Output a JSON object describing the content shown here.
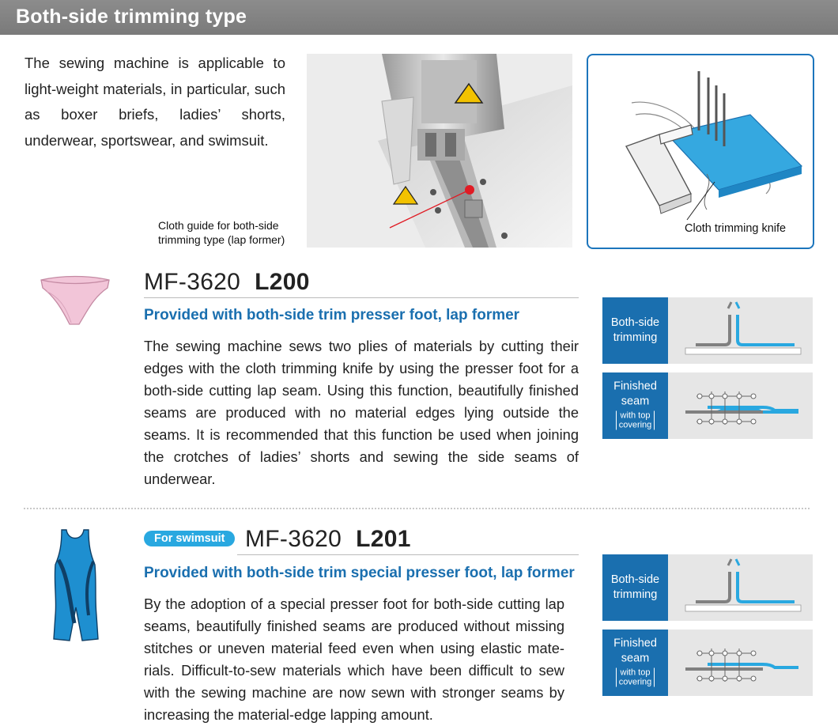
{
  "header": {
    "title": "Both-side trimming type"
  },
  "intro": {
    "text": "The sewing machine is applicable to light-weight materials, in particular, such as boxer briefs, ladies’ shorts, underwear, sportswear, and swimsuit."
  },
  "photo": {
    "caption_line1": "Cloth guide for both-side",
    "caption_line2": "trimming type (lap former)"
  },
  "knife_diagram": {
    "caption": "Cloth trimming knife"
  },
  "products": [
    {
      "model": "MF-3620",
      "variant": "L200",
      "subtitle": "Provided with both-side trim presser foot, lap former",
      "description": "The sewing machine sews two plies of materials by cutting their edges with the cloth trimming knife by using the presser foot for a both-side cutting lap seam. Using this function, beautifully finished seams are produced with no material edges lying outside the seams. It is recommended that this function be used when joining the crotches of ladies’ shorts and sewing the side seams of underwear."
    },
    {
      "badge": "For swimsuit",
      "model": "MF-3620",
      "variant": "L201",
      "subtitle": "Provided with both-side trim special presser foot, lap former",
      "description": "By the adoption of a special presser foot for both-side cutting lap seams, beautifully finished seams are produced without missing stitches or uneven material feed even when using elastic mate-rials. Difficult-to-sew materials which have been difficult to sew with the sewing machine are now sewn with stronger seams by increasing the material-edge lapping amount."
    }
  ],
  "diagram_labels": {
    "trim_line1": "Both-side",
    "trim_line2": "trimming",
    "seam_line1": "Finished",
    "seam_line2": "seam",
    "seam_note_line1": "with top",
    "seam_note_line2": "covering"
  },
  "colors": {
    "accent": "#1a6faf",
    "light_blue": "#29a8e0",
    "header_gray": "#808080"
  }
}
